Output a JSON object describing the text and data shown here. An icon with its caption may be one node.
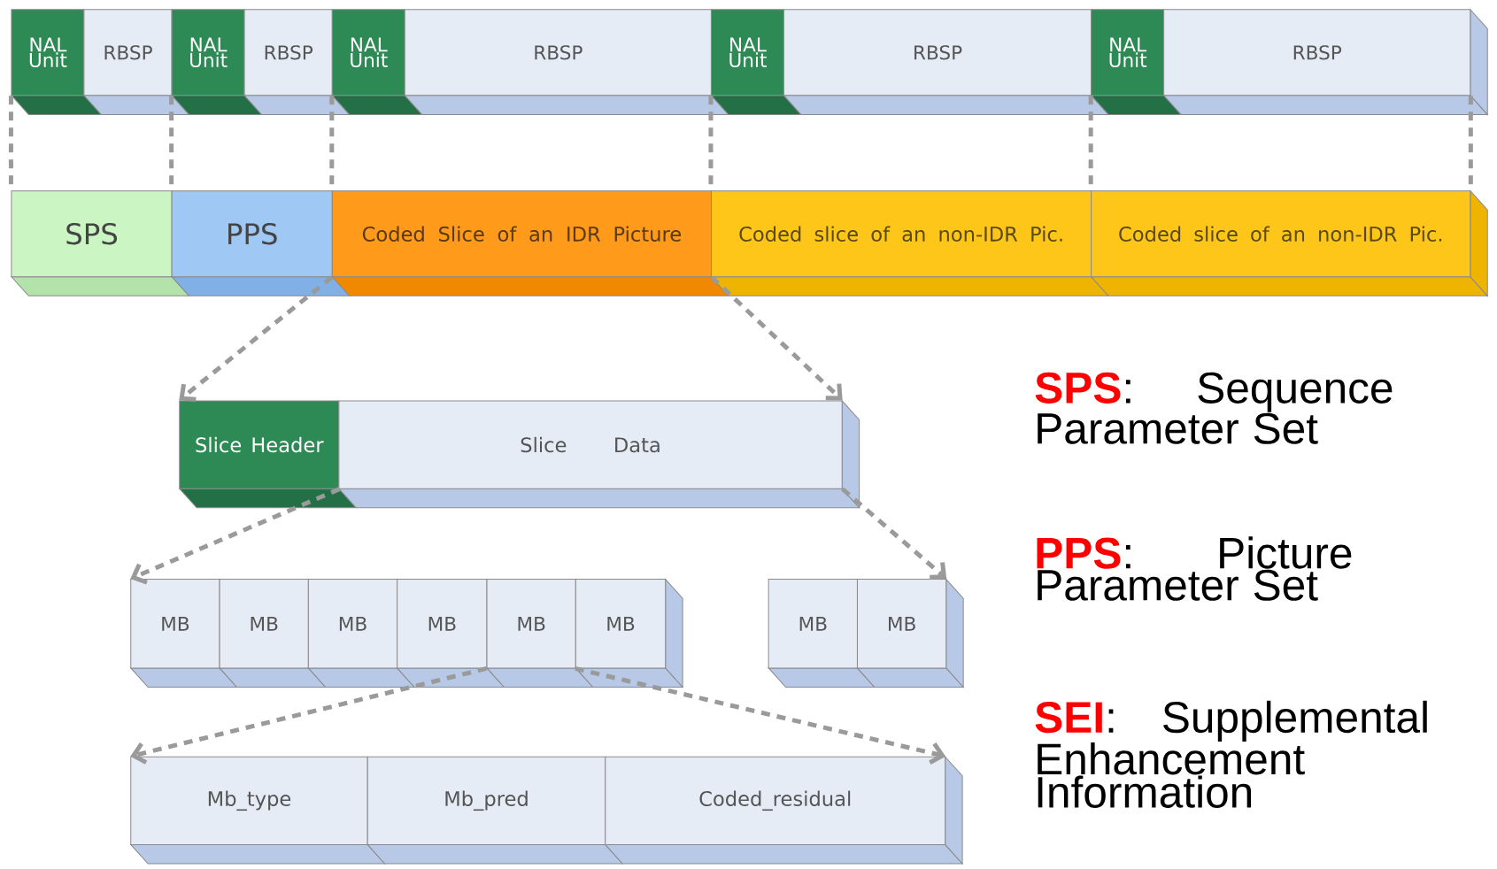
{
  "diagram": {
    "nodes": [
      {
        "text": [
          "NAL Unit"
        ]
      },
      {
        "text": [
          "RBSP"
        ]
      },
      {
        "text": [
          "NAL Unit"
        ]
      },
      {
        "text": [
          "RBSP"
        ]
      },
      {
        "text": [
          "NAL Unit"
        ]
      },
      {
        "text": [
          "RBSP"
        ]
      },
      {
        "text": [
          "NAL Unit"
        ]
      },
      {
        "text": [
          "RBSP"
        ]
      },
      {
        "text": [
          "NAL Unit"
        ]
      },
      {
        "text": [
          "RBSP"
        ]
      },
      {
        "text": [
          "SPS"
        ]
      },
      {
        "text": [
          "PPS"
        ]
      },
      {
        "text": [
          "Coded Slice of an IDR Picture"
        ]
      },
      {
        "text": [
          "Coded slice of an non-IDR Pic."
        ]
      },
      {
        "text": [
          "Coded slice of an non-IDR Pic."
        ]
      },
      {
        "text": [
          "Slice Header"
        ]
      },
      {
        "text": [
          "Slice Data"
        ]
      },
      {
        "text": [
          "MB"
        ]
      },
      {
        "text": [
          "MB"
        ]
      },
      {
        "text": [
          "MB"
        ]
      },
      {
        "text": [
          "MB"
        ]
      },
      {
        "text": [
          "MB"
        ]
      },
      {
        "text": [
          "MB"
        ]
      },
      {
        "text": [
          "MB"
        ]
      },
      {
        "text": [
          "MB"
        ]
      },
      {
        "text": [
          "Mb_type"
        ]
      },
      {
        "text": [
          "Mb_pred"
        ]
      },
      {
        "text": [
          "Coded_residual"
        ]
      }
    ],
    "edges": [
      {
        "from": 0,
        "to": 10,
        "arrow": "none",
        "style": "dashed"
      },
      {
        "from": 2,
        "to": 11,
        "arrow": "none",
        "style": "dashed"
      },
      {
        "from": 4,
        "to": 12,
        "arrow": "none",
        "style": "dashed"
      },
      {
        "from": 6,
        "to": 13,
        "arrow": "none",
        "style": "dashed"
      },
      {
        "from": 8,
        "to": 14,
        "arrow": "none",
        "style": "dashed"
      },
      {
        "from": 9,
        "to": 14,
        "arrow": "none",
        "style": "dashed"
      },
      {
        "from": 12,
        "to": 15,
        "arrow": "to",
        "style": "dashed"
      },
      {
        "from": 12,
        "to": 16,
        "arrow": "to",
        "style": "dashed"
      },
      {
        "from": 15,
        "to": 17,
        "arrow": "to",
        "style": "dashed"
      },
      {
        "from": 16,
        "to": 24,
        "arrow": "to",
        "style": "dashed"
      },
      {
        "from": 21,
        "to": 25,
        "arrow": "to",
        "style": "dashed"
      },
      {
        "from": 22,
        "to": 27,
        "arrow": "to",
        "style": "dashed"
      }
    ],
    "labels": [
      "**SPS**: Sequence Parameter Set",
      "**PPS**: Picture Parameter Set",
      "**SEI**: Supplemental Enhancement Information"
    ]
  }
}
